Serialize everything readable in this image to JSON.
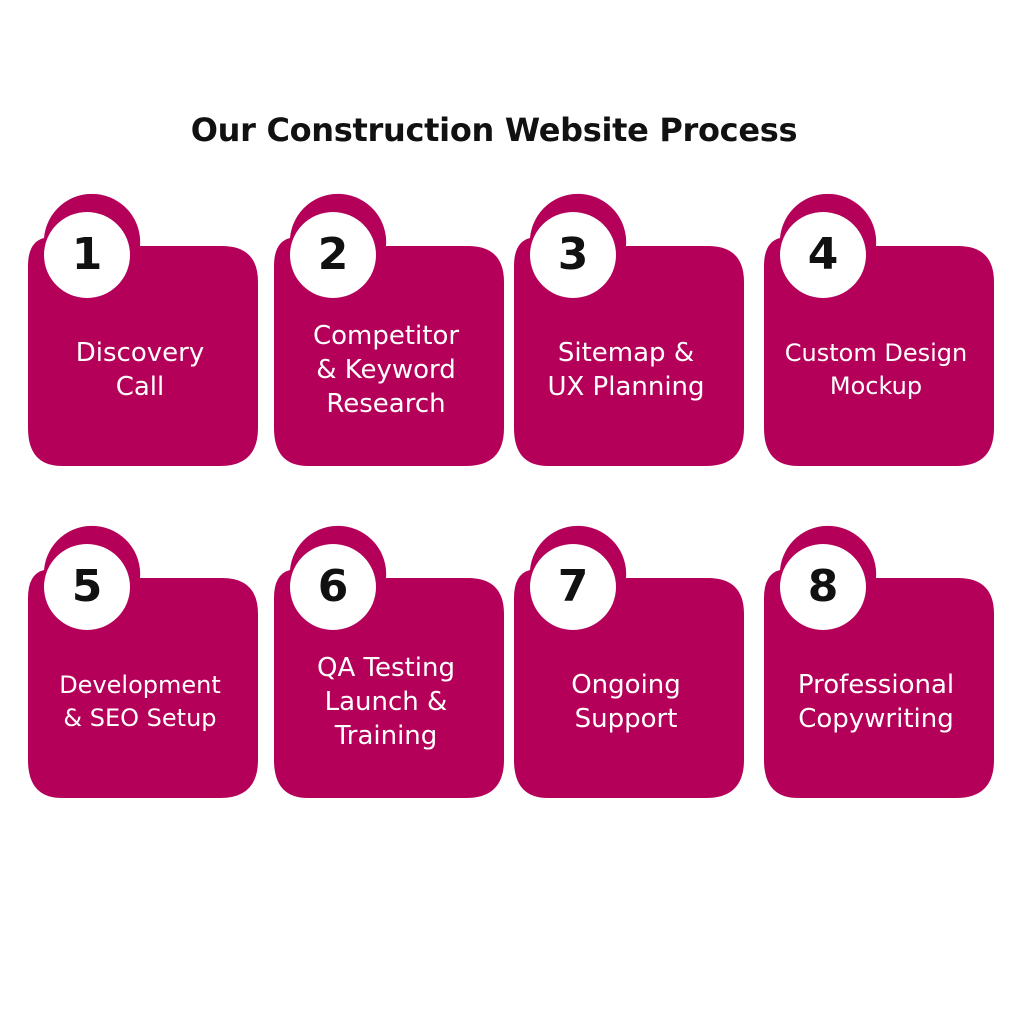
{
  "title": "Our Construction Website Process",
  "colors": {
    "card_fill": "#B5005A",
    "badge_fill": "#FFFFFF",
    "number_text": "#111111",
    "label_text": "#FFFFFF",
    "title_text": "#111111"
  },
  "steps": [
    {
      "number": "1",
      "label": "Discovery\nCall"
    },
    {
      "number": "2",
      "label": "Competitor\n& Keyword\nResearch"
    },
    {
      "number": "3",
      "label": "Sitemap &\nUX Planning"
    },
    {
      "number": "4",
      "label": "Custom Design\nMockup"
    },
    {
      "number": "5",
      "label": "Development\n& SEO Setup"
    },
    {
      "number": "6",
      "label": "QA Testing\nLaunch &\nTraining"
    },
    {
      "number": "7",
      "label": "Ongoing\nSupport"
    },
    {
      "number": "8",
      "label": "Professional\nCopywriting"
    }
  ]
}
